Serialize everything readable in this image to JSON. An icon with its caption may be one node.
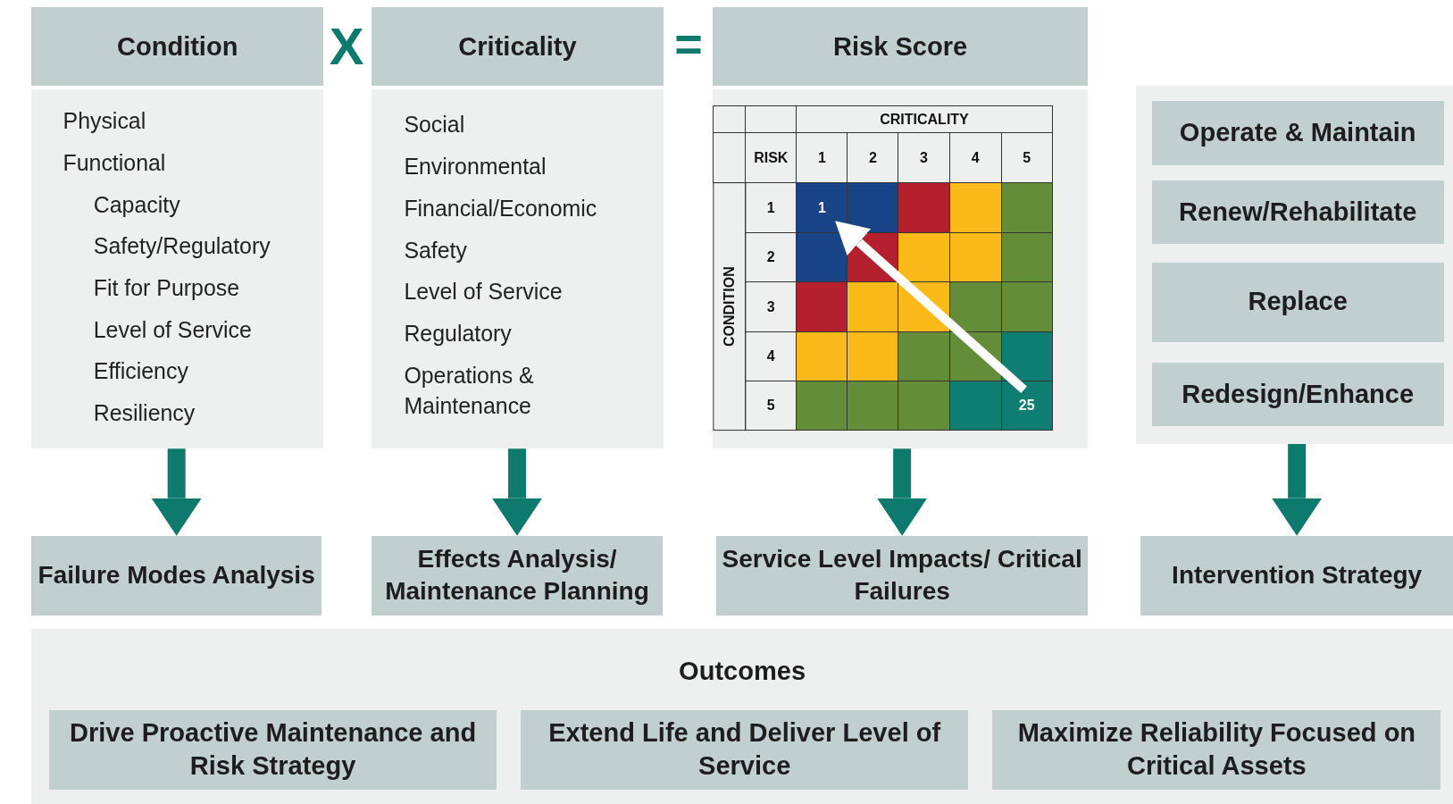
{
  "diagram": {
    "nodes": [
      {
        "text": [
          "Condition"
        ]
      },
      {
        "text": [
          "Physical",
          "Functional",
          "Capacity",
          "Safety/Regulatory",
          "Fit for Purpose",
          "Level of Service",
          "Efficiency",
          "Resiliency"
        ]
      },
      {
        "text": [
          "Criticality"
        ]
      },
      {
        "text": [
          "Social",
          "Environmental",
          "Financial/Economic",
          "Safety",
          "Level of Service",
          "Regulatory",
          "Operations & Maintenance"
        ]
      },
      {
        "text": [
          "Risk Score"
        ]
      },
      {
        "text": [],
        "shape": "box"
      },
      {
        "text": [],
        "shape": "box"
      },
      {
        "text": [
          "Operate & Maintain"
        ],
        "in": 6
      },
      {
        "text": [
          "Renew/Rehabilitate"
        ],
        "in": 6
      },
      {
        "text": [
          "Replace"
        ],
        "in": 6
      },
      {
        "text": [
          "Redesign/Enhance"
        ],
        "in": 6
      },
      {
        "text": [
          "Failure Modes Analysis"
        ]
      },
      {
        "text": [
          "Effects Analysis/ Maintenance Planning"
        ]
      },
      {
        "text": [
          "Service Level Impacts/ Critical Failures"
        ]
      },
      {
        "text": [
          "Intervention Strategy"
        ]
      },
      {
        "text": [
          "Outcomes"
        ]
      },
      {
        "text": [
          "Drive Proactive Maintenance and Risk Strategy"
        ],
        "in": 15
      },
      {
        "text": [
          "Extend Life and Deliver Level of Service"
        ],
        "in": 15
      },
      {
        "text": [
          "Maximize Reliability Focused on Critical Assets"
        ],
        "in": 15
      }
    ],
    "edges": [
      {
        "from": 1,
        "to": 11,
        "arrow": "to"
      },
      {
        "from": 3,
        "to": 12,
        "arrow": "to"
      },
      {
        "from": 5,
        "to": 13,
        "arrow": "to"
      },
      {
        "from": 6,
        "to": 14,
        "arrow": "to"
      }
    ],
    "labels": [
      "X",
      "=",
      "CRITICALITY",
      "RISK",
      "1",
      "2",
      "3",
      "4",
      "5",
      "CONDITION",
      "1",
      "2",
      "3",
      "4",
      "5",
      "1",
      "25"
    ]
  }
}
